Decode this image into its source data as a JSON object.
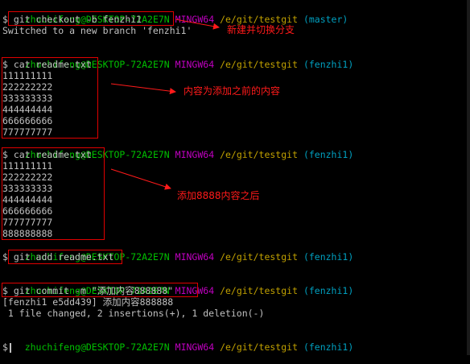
{
  "prompts": [
    {
      "user": "zhuchifeng@DESKTOP-72A2E7N",
      "host": "MINGW64",
      "path": "/e/git/testgit",
      "branch": "(master)"
    },
    {
      "user": "zhuchifeng@DESKTOP-72A2E7N",
      "host": "MINGW64",
      "path": "/e/git/testgit",
      "branch": "(fenzhi1)"
    },
    {
      "user": "zhuchifeng@DESKTOP-72A2E7N",
      "host": "MINGW64",
      "path": "/e/git/testgit",
      "branch": "(fenzhi1)"
    },
    {
      "user": "zhuchifeng@DESKTOP-72A2E7N",
      "host": "MINGW64",
      "path": "/e/git/testgit",
      "branch": "(fenzhi1)"
    },
    {
      "user": "zhuchifeng@DESKTOP-72A2E7N",
      "host": "MINGW64",
      "path": "/e/git/testgit",
      "branch": "(fenzhi1)"
    },
    {
      "user": "zhuchifeng@DESKTOP-72A2E7N",
      "host": "MINGW64",
      "path": "/e/git/testgit",
      "branch": "(fenzhi1)"
    }
  ],
  "commands": [
    "$ git checkout -b fenzhi1",
    "$ cat readme.txt",
    "$ cat readme.txt",
    "$ git add readme.txt",
    "$ git commit -m \"添加内容888888\"",
    "$"
  ],
  "outputs": {
    "checkout": "Switched to a new branch 'fenzhi1'",
    "cat1": [
      "111111111",
      "222222222",
      "333333333",
      "444444444",
      "666666666",
      "777777777"
    ],
    "cat2": [
      "111111111",
      "222222222",
      "333333333",
      "444444444",
      "666666666",
      "777777777",
      "888888888"
    ],
    "commit1": "[fenzhi1 e5dd439] 添加内容888888",
    "commit2": " 1 file changed, 2 insertions(+), 1 deletion(-)"
  },
  "annotations": {
    "new_branch": "新建并切换分支",
    "before": "内容为添加之前的内容",
    "after": "添加8888内容之后"
  },
  "colors": {
    "background": "#000000",
    "text": "#c0c0c0",
    "user": "#00c000",
    "host": "#c000c0",
    "path": "#c0a000",
    "branch": "#00a0c0",
    "annotation": "#ff1a1a"
  }
}
